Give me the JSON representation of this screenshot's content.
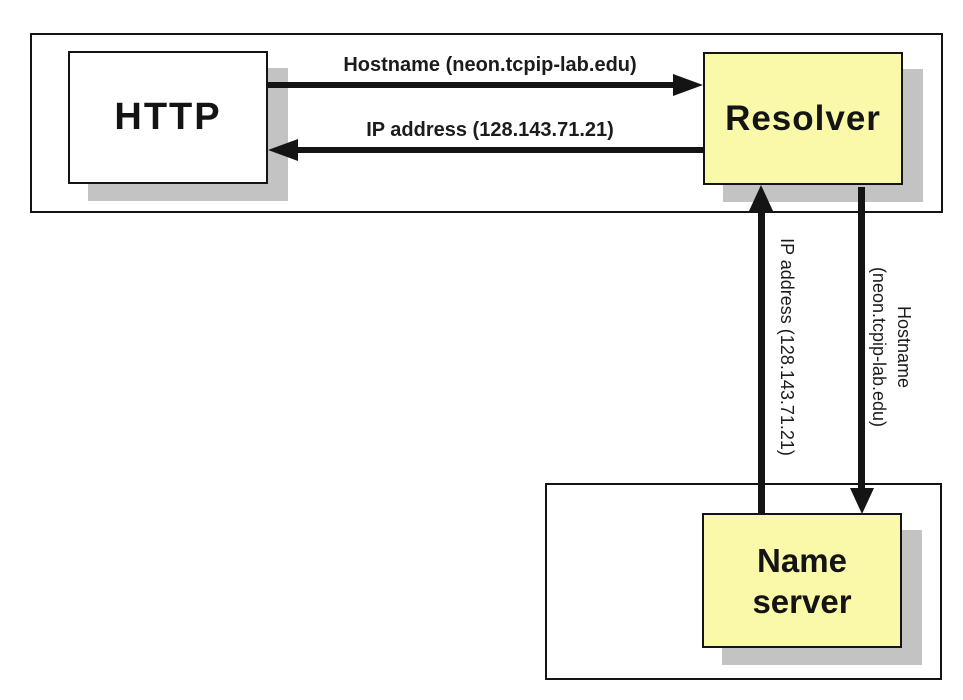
{
  "colors": {
    "node_fill_yellow": "#f9f9a9",
    "node_fill_white": "#ffffff",
    "shadow_gray": "#c3c3c3",
    "line_black": "#141414"
  },
  "nodes": {
    "http": {
      "label": "HTTP"
    },
    "resolver": {
      "label": "Resolver"
    },
    "name_server": {
      "label": "Name\nserver"
    }
  },
  "arrows": {
    "http_to_resolver": {
      "label": "Hostname (neon.tcpip-lab.edu)",
      "direction": "right"
    },
    "resolver_to_http": {
      "label": "IP address (128.143.71.21)",
      "direction": "left"
    },
    "name_server_to_resolver": {
      "label": "IP address (128.143.71.21)",
      "direction": "up"
    },
    "resolver_to_name_server": {
      "label": "Hostname\n(neon.tcpip-lab.edu)",
      "direction": "down"
    }
  }
}
